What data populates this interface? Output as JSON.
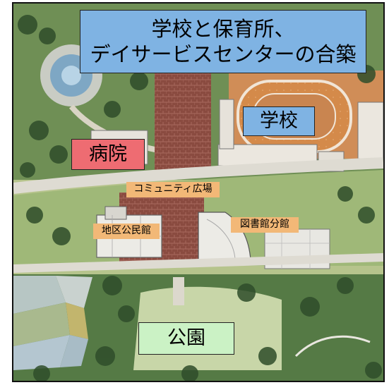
{
  "title": {
    "line1": "学校と保育所、",
    "line2": "デイサービスセンターの合築"
  },
  "places": {
    "school": "学校",
    "hospital": "病院",
    "park": "公園",
    "plaza": "コミュニティ広場",
    "community_hall": "地区公民館",
    "library_branch": "図書館分館"
  },
  "colors": {
    "title_box": "#7fb3e3",
    "school_box": "#7fb3e3",
    "hospital_box": "#ee6c72",
    "park_box": "#cbf2c5",
    "facility_labels": "#f2b877"
  }
}
